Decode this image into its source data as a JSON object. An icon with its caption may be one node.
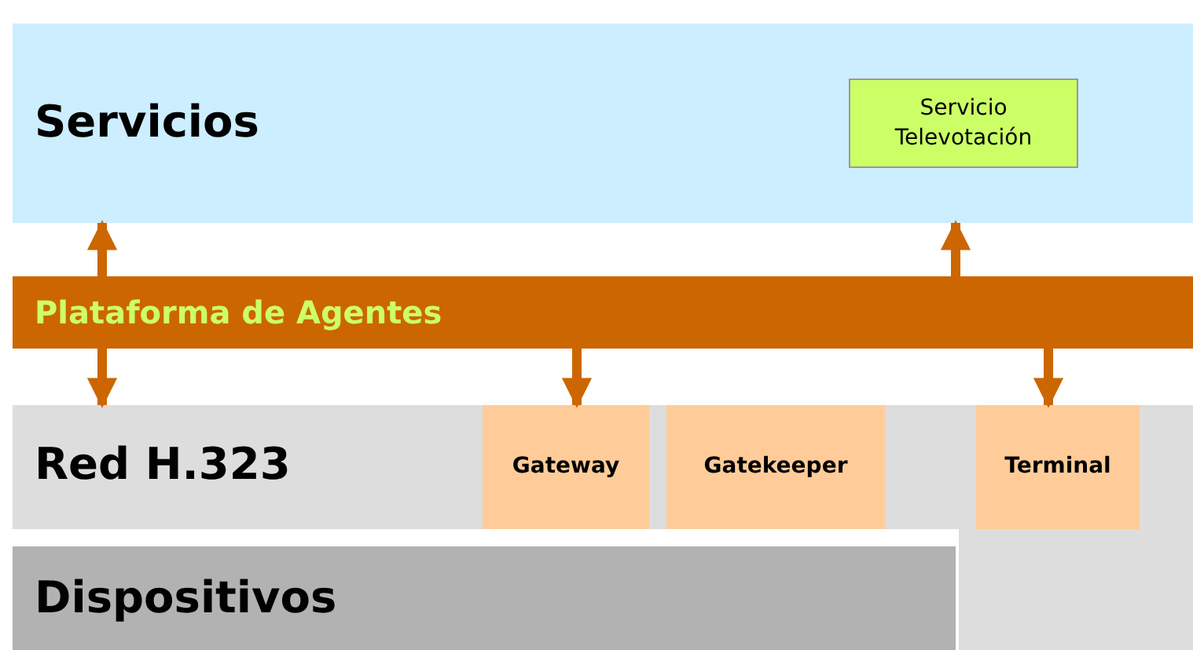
{
  "diagram": {
    "nodes": [
      {
        "text": [
          "Servicios"
        ]
      },
      {
        "text": [
          "Servicio Televotación"
        ],
        "in": 0
      },
      {
        "text": [
          "Plataforma de Agentes"
        ]
      },
      {
        "text": [
          "Red H.323"
        ]
      },
      {
        "text": [
          "Gateway"
        ],
        "in": 3
      },
      {
        "text": [
          "Gatekeeper"
        ],
        "in": 3
      },
      {
        "text": [
          "Terminal"
        ],
        "in": 3
      },
      {
        "text": [
          "Dispositivos"
        ]
      }
    ],
    "edges": [
      {
        "from": 2,
        "to": 0,
        "arrow": "to"
      },
      {
        "from": 2,
        "to": 0,
        "arrow": "to"
      },
      {
        "from": 2,
        "to": 3,
        "arrow": "to"
      },
      {
        "from": 2,
        "to": 4,
        "arrow": "to"
      },
      {
        "from": 2,
        "to": 6,
        "arrow": "to"
      }
    ]
  }
}
